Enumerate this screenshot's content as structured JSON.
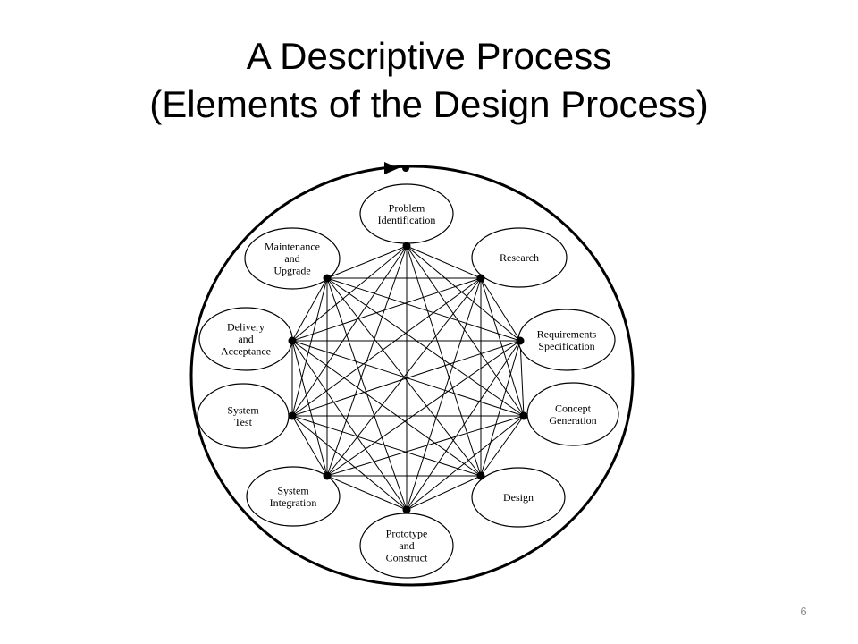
{
  "slide": {
    "title_line1": "A Descriptive Process",
    "title_line2": "(Elements of the Design Process)",
    "page_number": "6"
  },
  "diagram": {
    "nodes": [
      {
        "id": "problem-identification",
        "lines": [
          "Problem",
          "Identification"
        ]
      },
      {
        "id": "research",
        "lines": [
          "Research"
        ]
      },
      {
        "id": "requirements-specification",
        "lines": [
          "Requirements",
          "Specification"
        ]
      },
      {
        "id": "concept-generation",
        "lines": [
          "Concept",
          "Generation"
        ]
      },
      {
        "id": "design",
        "lines": [
          "Design"
        ]
      },
      {
        "id": "prototype-and-construct",
        "lines": [
          "Prototype",
          "and",
          "Construct"
        ]
      },
      {
        "id": "system-integration",
        "lines": [
          "System",
          "Integration"
        ]
      },
      {
        "id": "system-test",
        "lines": [
          "System",
          "Test"
        ]
      },
      {
        "id": "delivery-and-acceptance",
        "lines": [
          "Delivery",
          "and",
          "Acceptance"
        ]
      },
      {
        "id": "maintenance-and-upgrade",
        "lines": [
          "Maintenance",
          "and",
          "Upgrade"
        ]
      }
    ],
    "connectivity": "complete-graph",
    "colors": {
      "stroke": "#000000",
      "background": "#ffffff"
    }
  }
}
